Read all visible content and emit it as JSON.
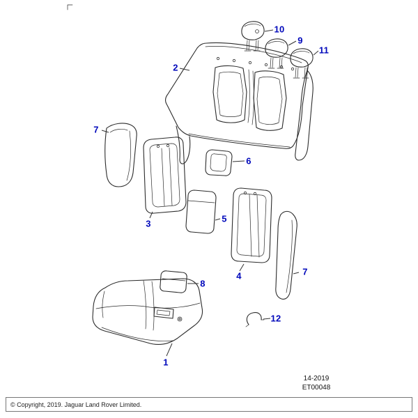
{
  "colors": {
    "callout": "#0008bb",
    "line": "#333333",
    "ink": "#2b2b2b"
  },
  "diagram": {
    "description": "Rear seat exploded parts diagram",
    "callouts": {
      "c1": "1",
      "c2": "2",
      "c3": "3",
      "c4": "4",
      "c5": "5",
      "c6": "6",
      "c7_left": "7",
      "c7_right": "7",
      "c8": "8",
      "c9": "9",
      "c10": "10",
      "c11": "11",
      "c12": "12"
    }
  },
  "doc": {
    "ref1": "14-2019",
    "ref2": "ET00048"
  },
  "footer": {
    "copyright": "© Copyright, 2019. Jaguar Land Rover Limited."
  }
}
